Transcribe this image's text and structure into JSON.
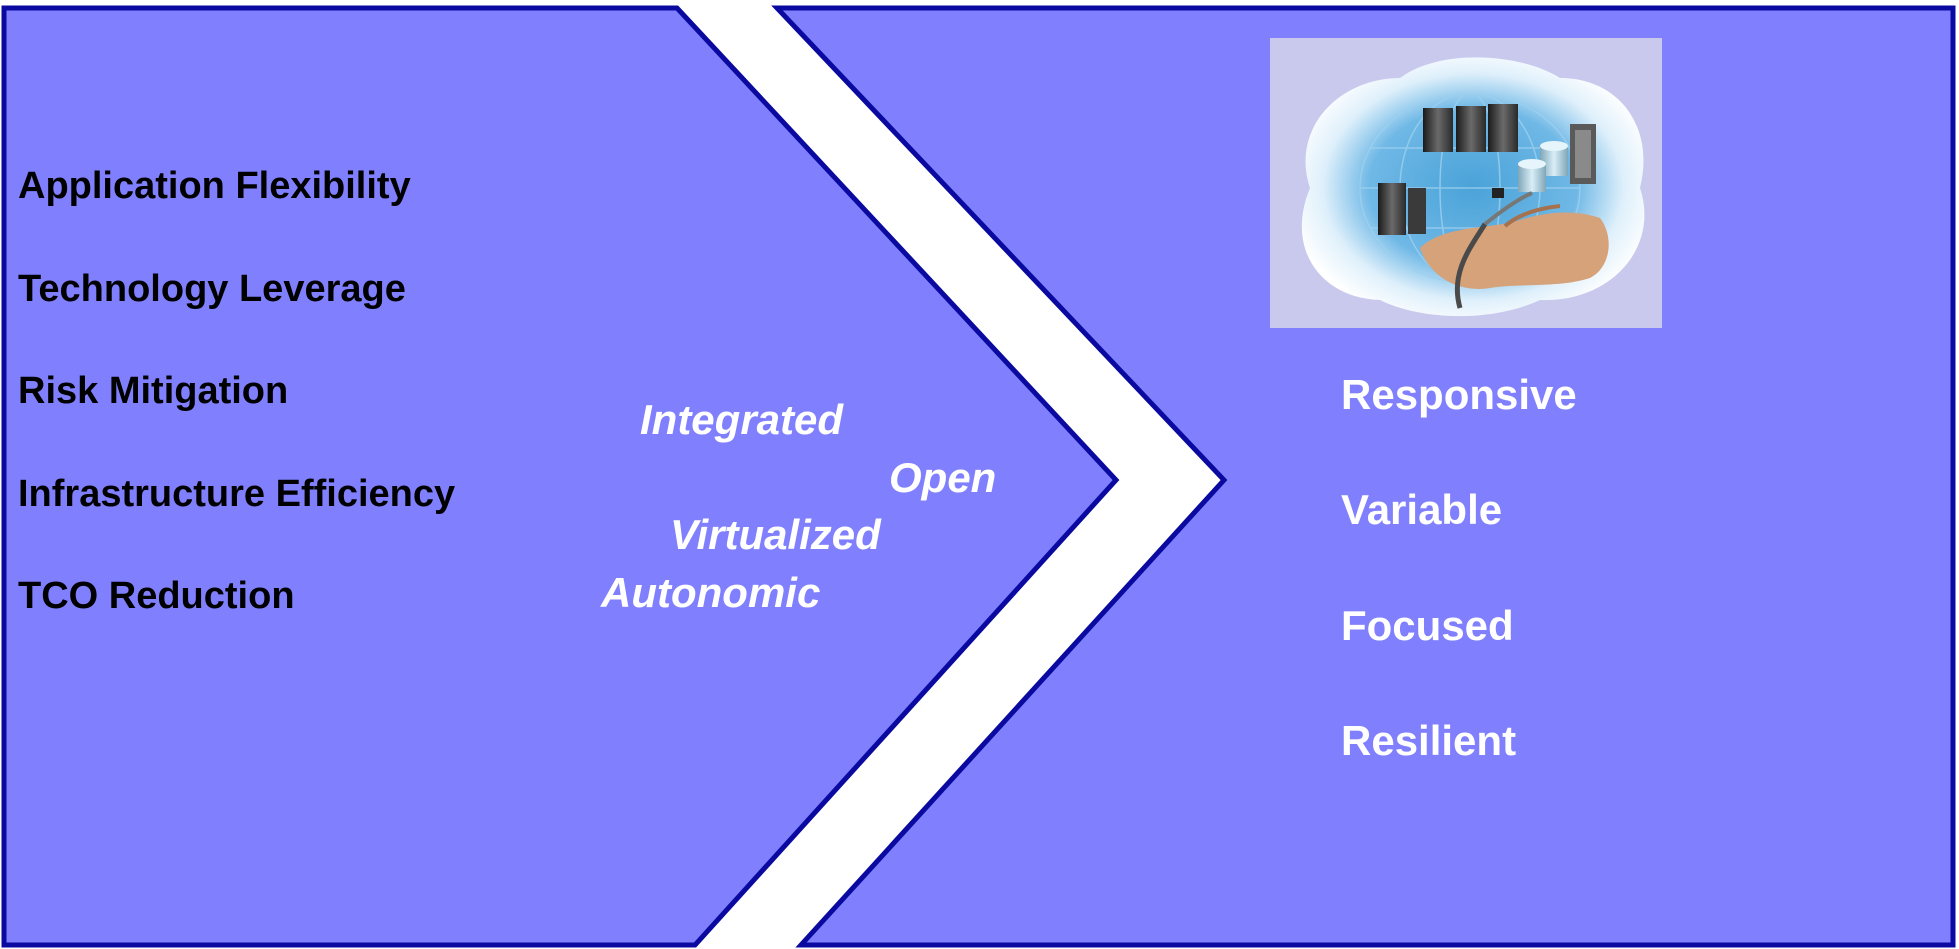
{
  "colors": {
    "panel_fill": "#8080ff",
    "panel_border": "#0a0aa0",
    "left_text": "#000000",
    "highlight_text": "#ffffff"
  },
  "left_panel": {
    "items": [
      "Application Flexibility",
      "Technology Leverage",
      "Risk Mitigation",
      "Infrastructure Efficiency",
      "TCO Reduction"
    ]
  },
  "center_words": [
    "Integrated",
    "Open",
    "Virtualized",
    "Autonomic"
  ],
  "right_panel": {
    "image_icon": "datacenter-globe-hand-cable-icon",
    "items": [
      "Responsive",
      "Variable",
      "Focused",
      "Resilient"
    ]
  }
}
